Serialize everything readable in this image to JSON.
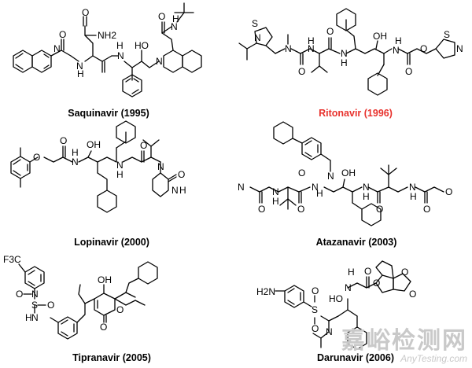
{
  "compounds": [
    {
      "name": "Saquinavir (1995)",
      "color": "#000000"
    },
    {
      "name": "Ritonavir (1996)",
      "color": "#e8322d"
    },
    {
      "name": "Lopinavir (2000)",
      "color": "#000000"
    },
    {
      "name": "Atazanavir (2003)",
      "color": "#000000"
    },
    {
      "name": "Tipranavir (2005)",
      "color": "#000000"
    },
    {
      "name": "Darunavir (2006)",
      "color": "#000000"
    }
  ],
  "atom_labels": {
    "saquinavir": [
      "N",
      "O",
      "H",
      "N",
      "O",
      "NH2",
      "H",
      "N",
      "HO",
      "N",
      "O",
      "N",
      "H"
    ],
    "ritonavir": [
      "N",
      "S",
      "N",
      "O",
      "N",
      "H",
      "O",
      "N",
      "H",
      "OH",
      "H",
      "N",
      "O",
      "O",
      "S",
      "N"
    ],
    "lopinavir": [
      "O",
      "O",
      "N",
      "H",
      "OH",
      "N",
      "H",
      "O",
      "N",
      "N",
      "H",
      "O"
    ],
    "atazanavir": [
      "N",
      "O",
      "O",
      "N",
      "H",
      "O",
      "N",
      "N",
      "H",
      "OH",
      "N",
      "H",
      "O",
      "N",
      "H",
      "O",
      "O"
    ],
    "tipranavir": [
      "F3C",
      "N",
      "O",
      "S",
      "O",
      "N",
      "H",
      "OH",
      "O",
      "O"
    ],
    "darunavir": [
      "H2N",
      "O",
      "S",
      "O",
      "N",
      "HO",
      "H",
      "N",
      "O",
      "O",
      "O",
      "O"
    ]
  },
  "watermark": {
    "cn": "嘉峪检测网",
    "en": "AnyTesting.com"
  }
}
